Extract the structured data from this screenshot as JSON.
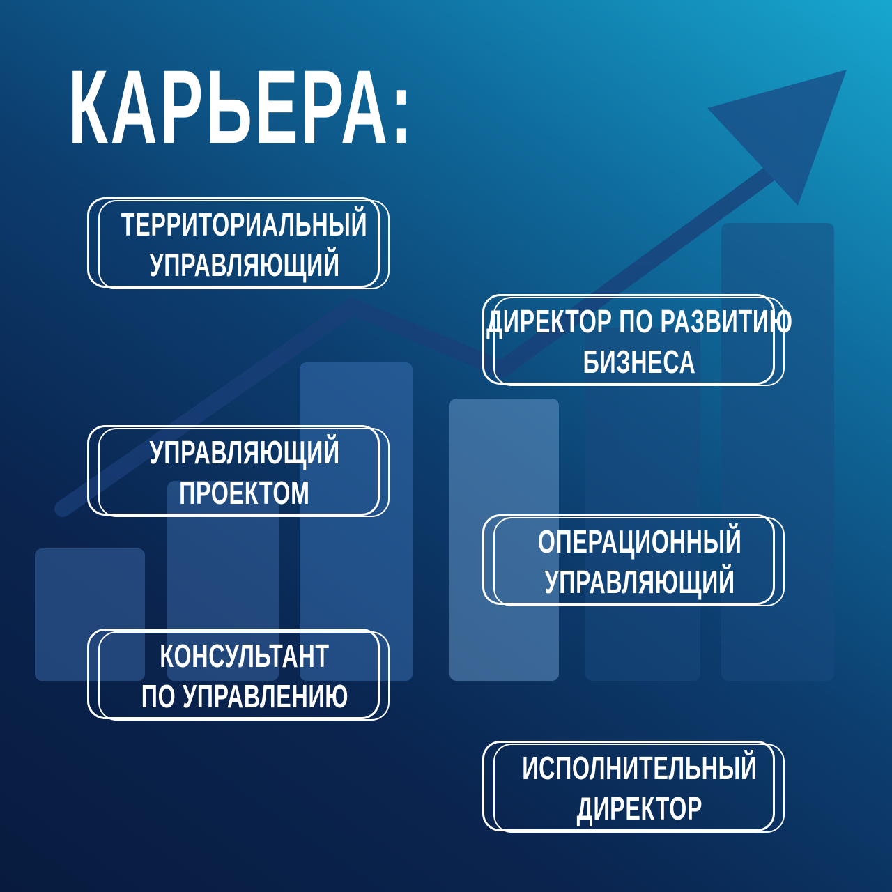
{
  "title": "КАРЬЕРА:",
  "careers_left": [
    {
      "line1": "ТЕРРИТОРИАЛЬНЫЙ",
      "line2": "УПРАВЛЯЮЩИЙ"
    },
    {
      "line1": "УПРАВЛЯЮЩИЙ",
      "line2": "ПРОЕКТОМ"
    },
    {
      "line1": "КОНСУЛЬТАНТ",
      "line2": "ПО УПРАВЛЕНИЮ"
    }
  ],
  "careers_right": [
    {
      "line1": "ДИРЕКТОР ПО РАЗВИТИЮ",
      "line2": "БИЗНЕСА"
    },
    {
      "line1": "ОПЕРАЦИОННЫЙ",
      "line2": "УПРАВЛЯЮЩИЙ"
    },
    {
      "line1": "ИСПОЛНИТЕЛЬНЫЙ",
      "line2": "ДИРЕКТОР"
    }
  ]
}
